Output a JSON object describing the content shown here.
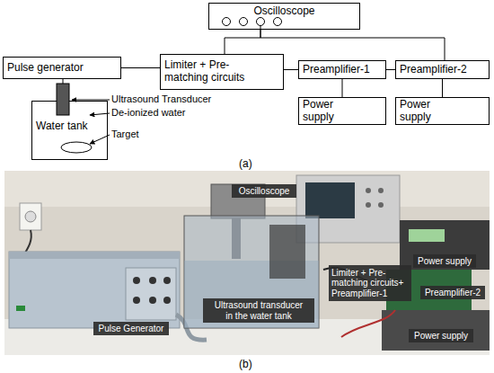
{
  "diagram": {
    "nodes": [
      {
        "text": [
          "Oscilloscope"
        ]
      },
      {
        "text": [
          "Pulse generator"
        ]
      },
      {
        "text": [
          "Limiter + Pre-matching circuits"
        ]
      },
      {
        "text": [
          "Preamplifier-1"
        ]
      },
      {
        "text": [
          "Preamplifier-2"
        ]
      },
      {
        "text": [
          "Water tank"
        ]
      },
      {
        "text": [
          "Power supply"
        ]
      },
      {
        "text": [
          "Power supply"
        ]
      },
      {
        "text": [
          "Oscilloscope"
        ]
      },
      {
        "text": [
          "Power supply"
        ]
      },
      {
        "text": [
          "Limiter + Pre-matching circuits+ Preamplifier-1"
        ]
      },
      {
        "text": [
          "Preamplifier-2"
        ]
      },
      {
        "text": [
          "Ultrasound transducer in the water tank"
        ]
      },
      {
        "text": [
          "Pulse Generator"
        ]
      },
      {
        "text": [
          "Power supply"
        ]
      }
    ],
    "edges": [
      {
        "from": 0,
        "to": 2,
        "arrow": "none"
      },
      {
        "from": 0,
        "to": 4,
        "arrow": "none"
      },
      {
        "from": 1,
        "to": 2,
        "arrow": "none"
      },
      {
        "from": 2,
        "to": 3,
        "arrow": "none"
      },
      {
        "from": 3,
        "to": 4,
        "arrow": "none"
      },
      {
        "from": 3,
        "to": 6,
        "arrow": "none"
      },
      {
        "from": 4,
        "to": 7,
        "arrow": "none"
      }
    ],
    "labels": [
      "Ultrasound Transducer",
      "De-ionized water",
      "Target",
      "(a)",
      "(b)"
    ]
  }
}
